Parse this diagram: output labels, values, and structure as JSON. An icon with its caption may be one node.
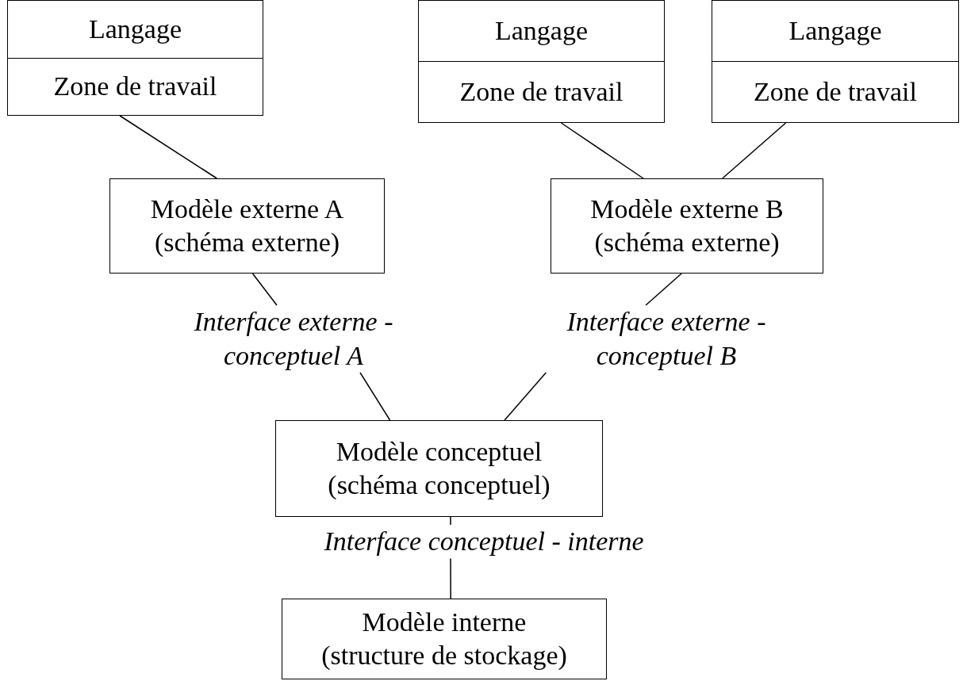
{
  "diagram": {
    "nodes": [
      {
        "text": [
          "Langage",
          "Zone de travail"
        ]
      },
      {
        "text": [
          "Langage",
          "Zone de travail"
        ]
      },
      {
        "text": [
          "Langage",
          "Zone de travail"
        ]
      },
      {
        "text": [
          "Modèle externe A (schéma externe)"
        ]
      },
      {
        "text": [
          "Modèle externe B (schéma externe)"
        ]
      },
      {
        "text": [
          "Interface externe - conceptuel A"
        ]
      },
      {
        "text": [
          "Interface externe - conceptuel B"
        ]
      },
      {
        "text": [
          "Modèle conceptuel (schéma conceptuel)"
        ]
      },
      {
        "text": [
          "Interface conceptuel - interne"
        ]
      },
      {
        "text": [
          "Modèle interne (structure de stockage)"
        ]
      }
    ],
    "edges": [
      {
        "from": 0,
        "to": 3,
        "arrow": "none"
      },
      {
        "from": 1,
        "to": 4,
        "arrow": "none"
      },
      {
        "from": 2,
        "to": 4,
        "arrow": "none"
      },
      {
        "from": 3,
        "to": 5,
        "arrow": "none"
      },
      {
        "from": 4,
        "to": 6,
        "arrow": "none"
      },
      {
        "from": 5,
        "to": 7,
        "arrow": "none"
      },
      {
        "from": 6,
        "to": 7,
        "arrow": "none"
      },
      {
        "from": 7,
        "to": 8,
        "arrow": "none"
      },
      {
        "from": 8,
        "to": 9,
        "arrow": "none"
      }
    ]
  }
}
